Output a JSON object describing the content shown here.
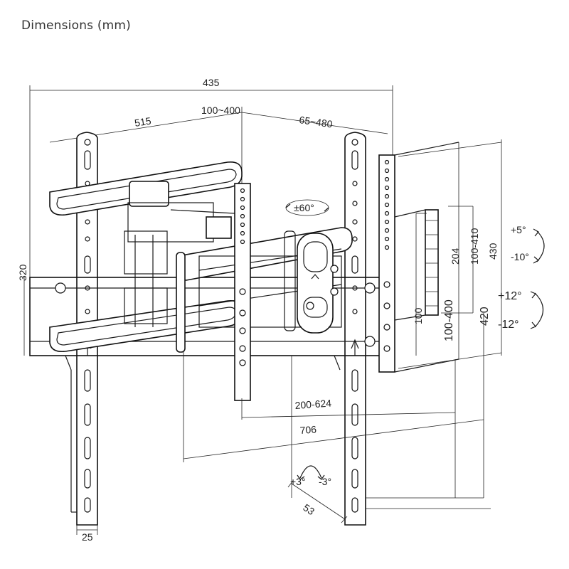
{
  "title": "Dimensions (mm)",
  "dimensions": {
    "overall_width": "435",
    "left_arm_reach": "515",
    "vesa_top": "100~400",
    "right_arm_reach": "65~480",
    "swivel": "±60°",
    "plate_height": "320",
    "tilt_up": "+5°",
    "tilt_down": "-10°",
    "height_430": "430",
    "range_100_410": "100-410",
    "val_204": "204",
    "rot_plus": "+12°",
    "rot_minus": "-12°",
    "val_420": "420",
    "vesa_100_400": "100-400",
    "val_100": "100",
    "extension_200_624": "200-624",
    "extension_706": "706",
    "level_plus": "+3°",
    "level_minus": "-3°",
    "depth_53": "53",
    "depth_25": "25"
  }
}
